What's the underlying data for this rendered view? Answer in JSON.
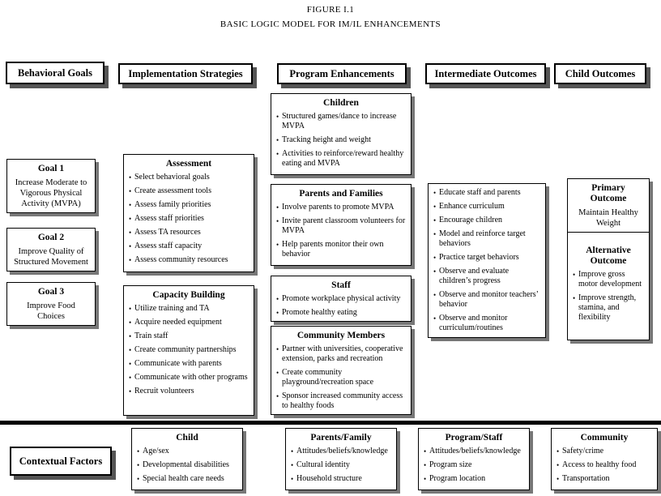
{
  "title": {
    "line1": "FIGURE I.1",
    "line2": "BASIC LOGIC MODEL FOR IM/IL ENHANCEMENTS"
  },
  "headers": {
    "behavioral_goals": "Behavioral Goals",
    "implementation_strategies": "Implementation Strategies",
    "program_enhancements": "Program Enhancements",
    "intermediate_outcomes": "Intermediate Outcomes",
    "child_outcomes": "Child Outcomes",
    "contextual_factors": "Contextual Factors"
  },
  "boxes": {
    "goal1": {
      "title": "Goal 1",
      "text": "Increase Moderate to Vigorous Physical Activity (MVPA)"
    },
    "goal2": {
      "title": "Goal 2",
      "text": "Improve Quality of Structured Movement"
    },
    "goal3": {
      "title": "Goal 3",
      "text": "Improve Food Choices"
    },
    "assessment": {
      "title": "Assessment",
      "bullets": [
        "Select behavioral goals",
        "Create assessment tools",
        "Assess family priorities",
        "Assess staff priorities",
        "Assess TA resources",
        "Assess staff capacity",
        "Assess community resources"
      ]
    },
    "capacity_building": {
      "title": "Capacity Building",
      "bullets": [
        "Utilize training and TA",
        "Acquire needed equipment",
        "Train staff",
        "Create community partnerships",
        "Communicate with parents",
        "Communicate with other programs",
        "Recruit volunteers"
      ]
    },
    "children": {
      "title": "Children",
      "bullets": [
        "Structured games/dance to increase MVPA",
        "Tracking height and weight",
        "Activities to reinforce/reward healthy eating and MVPA"
      ]
    },
    "parents_families": {
      "title": "Parents and Families",
      "bullets": [
        "Involve parents to promote MVPA",
        "Invite parent classroom volunteers for MVPA",
        "Help parents monitor their own behavior"
      ]
    },
    "staff": {
      "title": "Staff",
      "bullets": [
        "Promote workplace physical activity",
        "Promote healthy eating"
      ]
    },
    "community_members": {
      "title": "Community Members",
      "bullets": [
        "Partner with universities, cooperative extension, parks and recreation",
        "Create community playground/recreation space",
        "Sponsor increased community access to healthy foods"
      ]
    },
    "intermediate": {
      "bullets": [
        "Educate staff and parents",
        "Enhance curriculum",
        "Encourage children",
        "Model and reinforce target behaviors",
        "Practice target behaviors",
        "Observe and evaluate children’s progress",
        "Observe and monitor teachers’ behavior",
        "Observe and monitor curriculum/routines"
      ]
    },
    "primary_outcome": {
      "title": "Primary Outcome",
      "text": "Maintain Healthy Weight"
    },
    "alternative_outcome": {
      "title": "Alternative Outcome",
      "bullets": [
        "Improve gross motor development",
        "Improve strength, stamina, and flexibility"
      ]
    },
    "child_context": {
      "title": "Child",
      "bullets": [
        "Age/sex",
        "Developmental disabilities",
        "Special health care needs"
      ]
    },
    "parents_family_context": {
      "title": "Parents/Family",
      "bullets": [
        "Attitudes/beliefs/knowledge",
        "Cultural identity",
        "Household structure"
      ]
    },
    "program_staff_context": {
      "title": "Program/Staff",
      "bullets": [
        "Attitudes/beliefs/knowledge",
        "Program size",
        "Program location"
      ]
    },
    "community_context": {
      "title": "Community",
      "bullets": [
        "Safety/crime",
        "Access to healthy food",
        "Transportation"
      ]
    }
  },
  "colors": {
    "border": "#000000",
    "shadow": "#777777",
    "hdr-shadow": "#555555",
    "bg": "#ffffff",
    "text": "#000000"
  }
}
